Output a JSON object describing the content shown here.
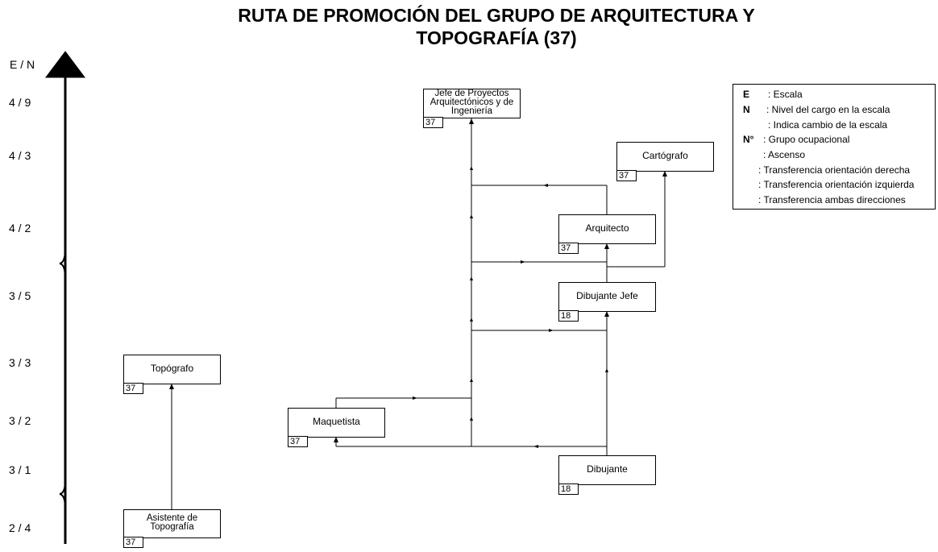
{
  "title": {
    "line1": "RUTA DE PROMOCIÓN DEL GRUPO DE ARQUITECTURA Y",
    "line2": "TOPOGRAFÍA (37)"
  },
  "scale": {
    "header": "E / N",
    "levels": [
      "4 / 9",
      "4 / 3",
      "4 / 2",
      "3 / 5",
      "3 / 3",
      "3 / 2",
      "3 / 1",
      "2 / 4"
    ]
  },
  "positions": {
    "jefe_proyectos": {
      "name": "Jefe de Proyectos Arquitectónicos y de Ingeniería",
      "group": "37"
    },
    "cartografo": {
      "name": "Cartógrafo",
      "group": "37"
    },
    "arquitecto": {
      "name": "Arquitecto",
      "group": "37"
    },
    "dibujante_jefe": {
      "name": "Dibujante Jefe",
      "group": "18"
    },
    "topografo": {
      "name": "Topógrafo",
      "group": "37"
    },
    "maquetista": {
      "name": "Maquetista",
      "group": "37"
    },
    "dibujante": {
      "name": "Dibujante",
      "group": "18"
    },
    "asistente_topografia": {
      "name": "Asistente de Topografía",
      "group": "37"
    }
  },
  "legend": {
    "e_sym": "E",
    "e_desc": ": Escala",
    "n_sym": "N",
    "n_desc": ": Nivel del cargo en la escala",
    "change_desc": ": Indica cambio de la escala",
    "group_sym": "N°",
    "group_desc": ": Grupo ocupacional",
    "ascenso_desc": ": Ascenso",
    "right_desc": ": Transferencia orientación derecha",
    "left_desc": ": Transferencia orientación izquierda",
    "both_desc": ": Transferencia ambas direcciones"
  }
}
